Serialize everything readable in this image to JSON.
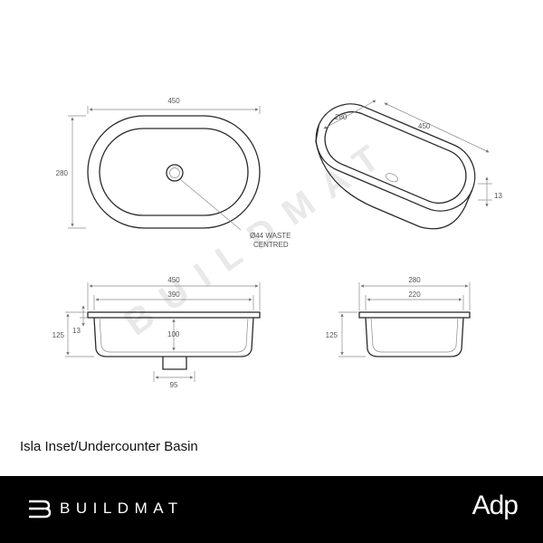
{
  "watermark": "BUILDMAT",
  "top_view": {
    "width_label": "450",
    "depth_label": "280",
    "waste_note_line1": "Ø44 WASTE",
    "waste_note_line2": "CENTRED"
  },
  "iso_view": {
    "depth_label": "280",
    "width_label": "450",
    "rim_label": "13"
  },
  "front_view": {
    "overall_width_label": "450",
    "inner_width_label": "390",
    "height_label": "125",
    "rim_label": "13",
    "bowl_depth_label": "100",
    "waste_width_label": "95"
  },
  "side_view": {
    "overall_width_label": "280",
    "inner_width_label": "220",
    "height_label": "125"
  },
  "product_title": "Isla Inset/Undercounter Basin",
  "footer": {
    "brand_name": "BUILDMAT",
    "partner_name": "Adp",
    "background": "#000000"
  }
}
